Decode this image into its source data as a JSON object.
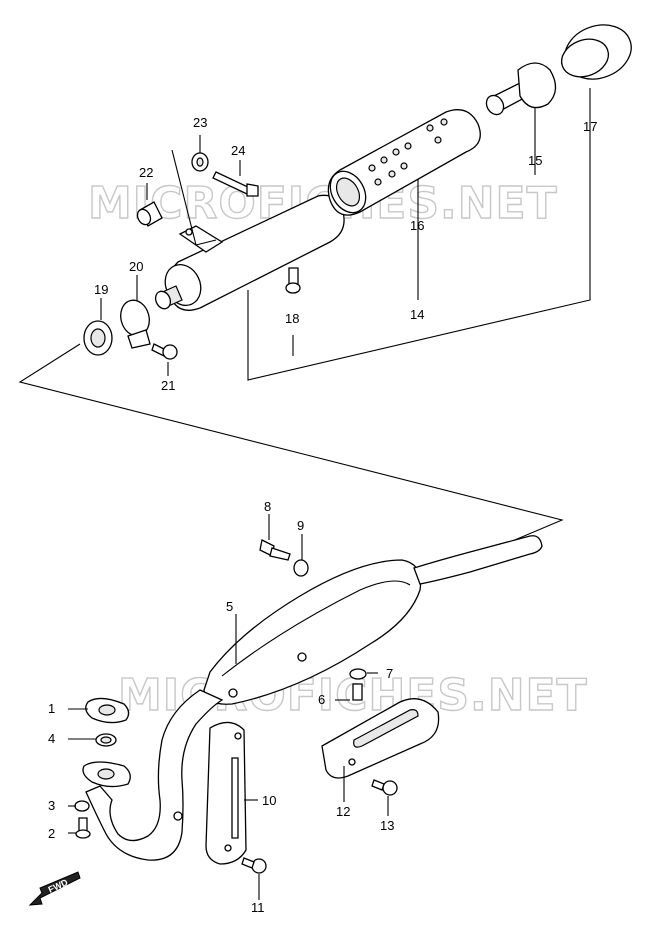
{
  "watermark": "MICROFICHES.NET",
  "fwd_label": "FWD",
  "callouts": [
    "1",
    "2",
    "3",
    "4",
    "5",
    "6",
    "7",
    "8",
    "9",
    "10",
    "11",
    "12",
    "13",
    "14",
    "15",
    "16",
    "17",
    "18",
    "19",
    "20",
    "21",
    "22",
    "23",
    "24"
  ]
}
